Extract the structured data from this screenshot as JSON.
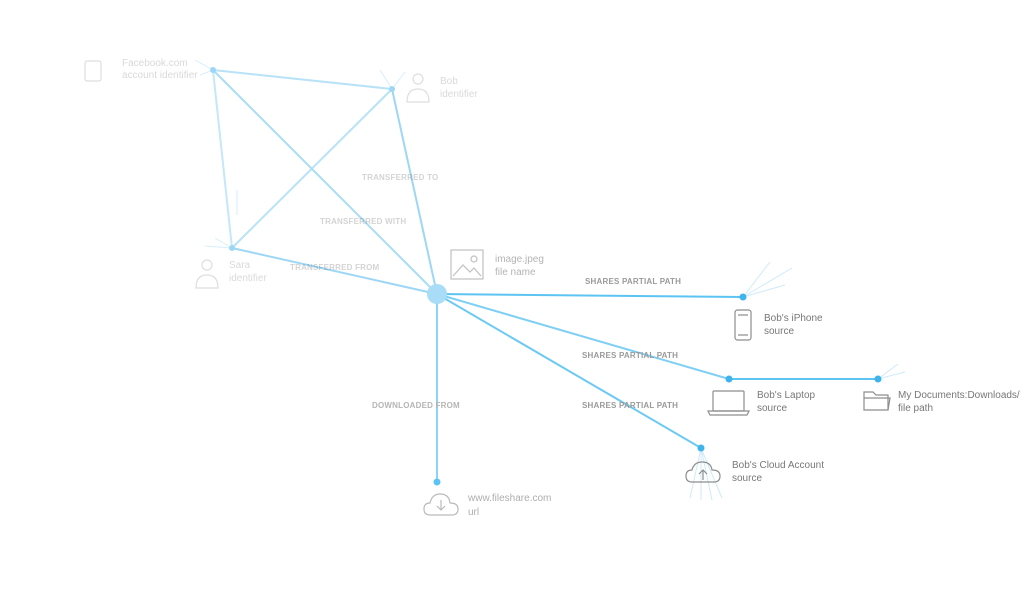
{
  "colors": {
    "edge_strong": "#5cc4f2",
    "edge_faded": "#a9dcf6",
    "node_dot": "#3fb3ec",
    "center_node": "#a8dcf7",
    "label": "#9a9a9a",
    "icon": "#8d8d8d",
    "text": "#777777"
  },
  "nodes": {
    "center": {
      "label": "image.jpeg",
      "type": "file name",
      "icon": "image-icon"
    },
    "iphone": {
      "label": "Bob's iPhone",
      "type": "source",
      "icon": "phone-icon"
    },
    "laptop": {
      "label": "Bob's Laptop",
      "type": "source",
      "icon": "laptop-icon"
    },
    "filepath": {
      "label": "My Documents:Downloads/",
      "type": "file path",
      "icon": "folder-icon"
    },
    "cloud": {
      "label": "Bob's Cloud Account",
      "type": "source",
      "icon": "cloud-upload-icon"
    },
    "url": {
      "label": "www.fileshare.com",
      "type": "url",
      "icon": "cloud-download-icon"
    },
    "bob": {
      "label": "Bob",
      "type": "identifier",
      "icon": "person-icon"
    },
    "sara": {
      "label": "Sara",
      "type": "identifier",
      "icon": "person-icon"
    },
    "topleft": {
      "label": "Facebook.com",
      "type": "account identifier",
      "icon": "device-icon"
    }
  },
  "edges": {
    "transferred_to": "TRANSFERRED TO",
    "transferred_with": "TRANSFERRED WITH",
    "transferred_from": "TRANSFERRED FROM",
    "downloaded_from": "DOWNLOADED FROM",
    "shares_iphone": "SHARES PARTIAL PATH",
    "shares_laptop": "SHARES PARTIAL PATH",
    "shares_cloud": "SHARES PARTIAL PATH"
  }
}
